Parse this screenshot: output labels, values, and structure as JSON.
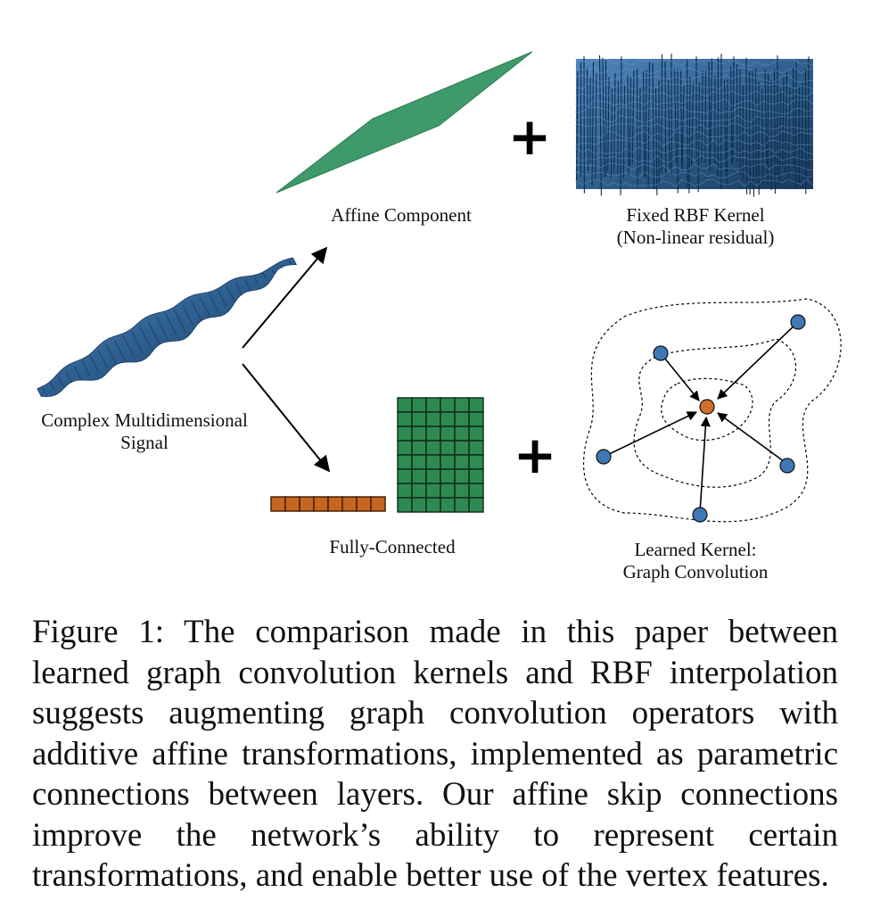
{
  "figure": {
    "labels": {
      "signal_line1": "Complex Multidimensional",
      "signal_line2": "Signal",
      "affine": "Affine Component",
      "rbf_line1": "Fixed RBF Kernel",
      "rbf_line2": "(Non-linear residual)",
      "fully_connected": "Fully-Connected",
      "learned_line1": "Learned Kernel:",
      "learned_line2": "Graph Convolution"
    },
    "plus_symbol": "+",
    "colors": {
      "surface_blue": "#2e5f8f",
      "affine_green": "#3e9a6a",
      "grid_green": "#2f8a52",
      "bias_orange": "#c8641e",
      "node_blue": "#3f78b5",
      "center_node_orange": "#d0702a"
    },
    "matrix": {
      "rows": 8,
      "cols": 6
    },
    "bias_vector": {
      "cells": 8
    },
    "graph": {
      "neighbor_nodes": 5,
      "center_nodes": 1
    }
  },
  "caption": {
    "text": "Figure 1: The comparison made in this paper between learned graph convolution kernels and RBF interpolation sug­gests augmenting graph convolution operators with additive affine transformations, implemented as parametric connec­tions between layers. Our affine skip connections improve the network’s ability to represent certain transformations, and enable better use of the vertex features."
  }
}
